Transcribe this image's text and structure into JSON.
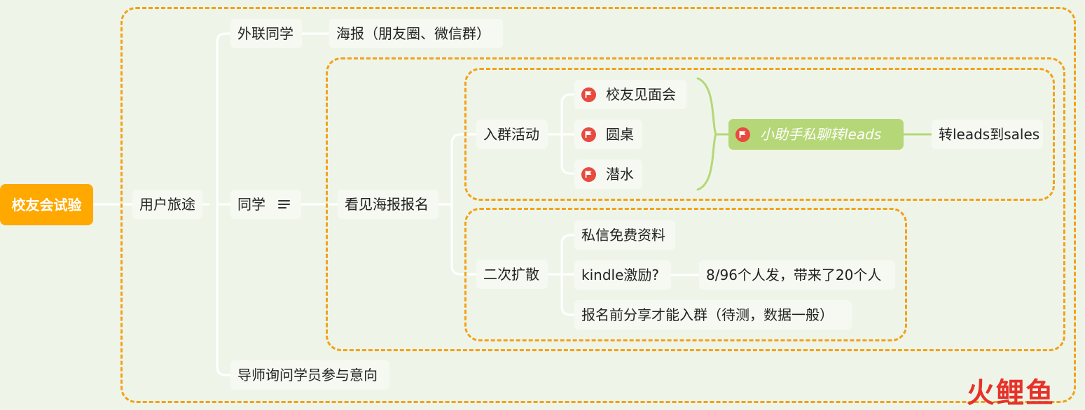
{
  "root": {
    "label": "校友会试验"
  },
  "l1": {
    "label": "用户旅途"
  },
  "l2": {
    "outreach": "外联同学",
    "classmates": "同学",
    "mentor": "导师询问学员参与意向"
  },
  "poster": {
    "label": "海报（朋友圈、微信群）"
  },
  "see_poster": {
    "label": "看见海报报名"
  },
  "join_group": {
    "label": "入群活动"
  },
  "events": [
    {
      "label": "校友见面会",
      "icon": "flag-icon"
    },
    {
      "label": "圆桌",
      "icon": "flag-icon"
    },
    {
      "label": "潜水",
      "icon": "flag-icon"
    }
  ],
  "assistant": {
    "label": "小助手私聊转leads",
    "icon": "flag-icon"
  },
  "to_sales": {
    "label": "转leads到sales"
  },
  "spread": {
    "label": "二次扩散"
  },
  "spread_items": [
    {
      "label": "私信免费资料"
    },
    {
      "label": "kindle激励?"
    },
    {
      "label": "报名前分享才能入群（待测，数据一般）"
    }
  ],
  "kindle_result": {
    "label": "8/96个人发，带来了20个人"
  },
  "watermark": {
    "label": "火鲤鱼"
  },
  "colors": {
    "background": "#eef5e8",
    "root": "#fea800",
    "frame_dash": "#f3a11b",
    "highlight": "#b5d777",
    "flag": "#e84a40",
    "connector": "#ffffff"
  }
}
